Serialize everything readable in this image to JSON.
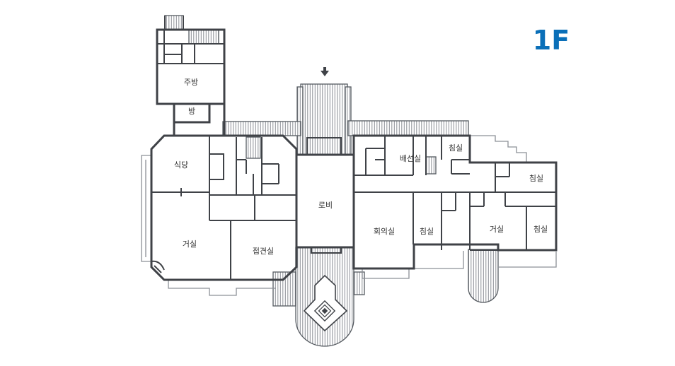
{
  "floor": {
    "label": "1F",
    "label_color": "#0a6fb8"
  },
  "entrance": {
    "icon": "arrow-down-icon"
  },
  "rooms": {
    "kitchen": "주방",
    "room": "방",
    "dining": "식당",
    "living_west": "거실",
    "reception": "접견실",
    "lobby": "로비",
    "butler": "배선실",
    "bedroom_ne1": "침실",
    "bedroom_ne2": "침실",
    "meeting": "회의실",
    "bedroom_mid": "침실",
    "living_east": "거실",
    "bedroom_east": "침실"
  },
  "colors": {
    "wall": "#3f4247",
    "hatch": "#8a8e94"
  }
}
